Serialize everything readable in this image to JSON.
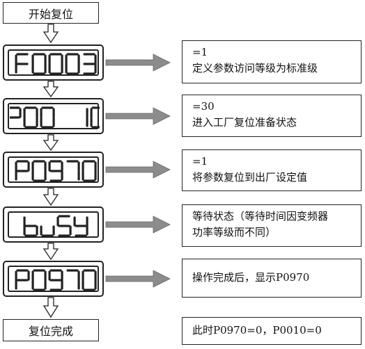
{
  "start_label": "开始复位",
  "end_label": "复位完成",
  "steps": [
    {
      "display": "F0003",
      "note_lines": [
        "=1",
        "定义参数访问等级为标准级"
      ]
    },
    {
      "display": "P00 10",
      "note_lines": [
        "=30",
        "进入工厂复位准备状态"
      ]
    },
    {
      "display": "P0970",
      "note_lines": [
        "=1",
        "将参数复位到出厂设定值"
      ]
    },
    {
      "display": "buSY",
      "note_lines": [
        "等待状态（等待时间因变频器",
        "功率等级而不同）"
      ]
    },
    {
      "display": "P0970",
      "note_lines": [
        "操作完成后，显示P0970"
      ]
    }
  ],
  "final_note": "此时P0970=0，P0010=0",
  "colors": {
    "arrow_fill": "#8c8c8c",
    "line": "#222222"
  }
}
